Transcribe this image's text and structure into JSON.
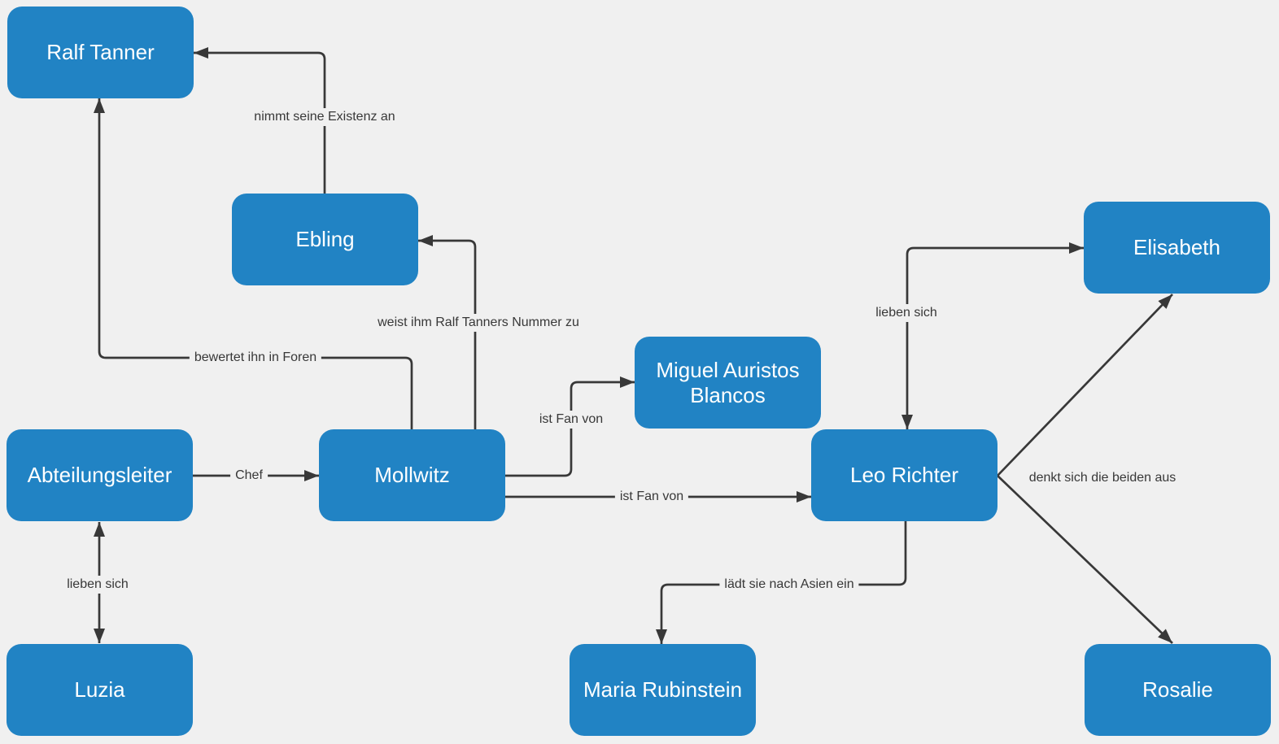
{
  "diagram": {
    "type": "relationship-graph",
    "background_color": "#f0f0f0",
    "node_fill_color": "#2183c4",
    "node_text_color": "#ffffff",
    "edge_line_color": "#383838",
    "edge_label_color": "#383838",
    "nodes": [
      {
        "label": "Ralf Tanner"
      },
      {
        "label": "Ebling"
      },
      {
        "label": "Abteilungsleiter"
      },
      {
        "label": "Mollwitz"
      },
      {
        "label": "Miguel Auristos Blancos"
      },
      {
        "label": "Leo Richter"
      },
      {
        "label": "Elisabeth"
      },
      {
        "label": "Luzia"
      },
      {
        "label": "Maria Rubinstein"
      },
      {
        "label": "Rosalie"
      }
    ],
    "edges": [
      {
        "from": "Ebling",
        "to": "Ralf Tanner",
        "label": "nimmt seine Existenz an",
        "direction": "one-way"
      },
      {
        "from": "Mollwitz",
        "to": "Ebling",
        "label": "weist ihm Ralf Tanners Nummer zu",
        "direction": "one-way"
      },
      {
        "from": "Mollwitz",
        "to": "Ralf Tanner",
        "label": "bewertet ihn in Foren",
        "direction": "one-way"
      },
      {
        "from": "Abteilungsleiter",
        "to": "Mollwitz",
        "label": "Chef",
        "direction": "one-way"
      },
      {
        "from": "Mollwitz",
        "to": "Miguel Auristos Blancos",
        "label": "ist Fan von",
        "direction": "one-way"
      },
      {
        "from": "Mollwitz",
        "to": "Leo Richter",
        "label": "ist Fan von",
        "direction": "one-way"
      },
      {
        "from": "Leo Richter",
        "to": "Elisabeth",
        "label": "lieben sich",
        "direction": "two-way"
      },
      {
        "from": "Abteilungsleiter",
        "to": "Luzia",
        "label": "lieben sich",
        "direction": "two-way"
      },
      {
        "from": "Leo Richter",
        "to": "Maria Rubinstein",
        "label": "lädt sie nach Asien ein",
        "direction": "one-way"
      },
      {
        "from": "Leo Richter",
        "to": [
          "Elisabeth",
          "Rosalie"
        ],
        "label": "denkt sich die beiden aus",
        "direction": "one-way"
      }
    ]
  }
}
